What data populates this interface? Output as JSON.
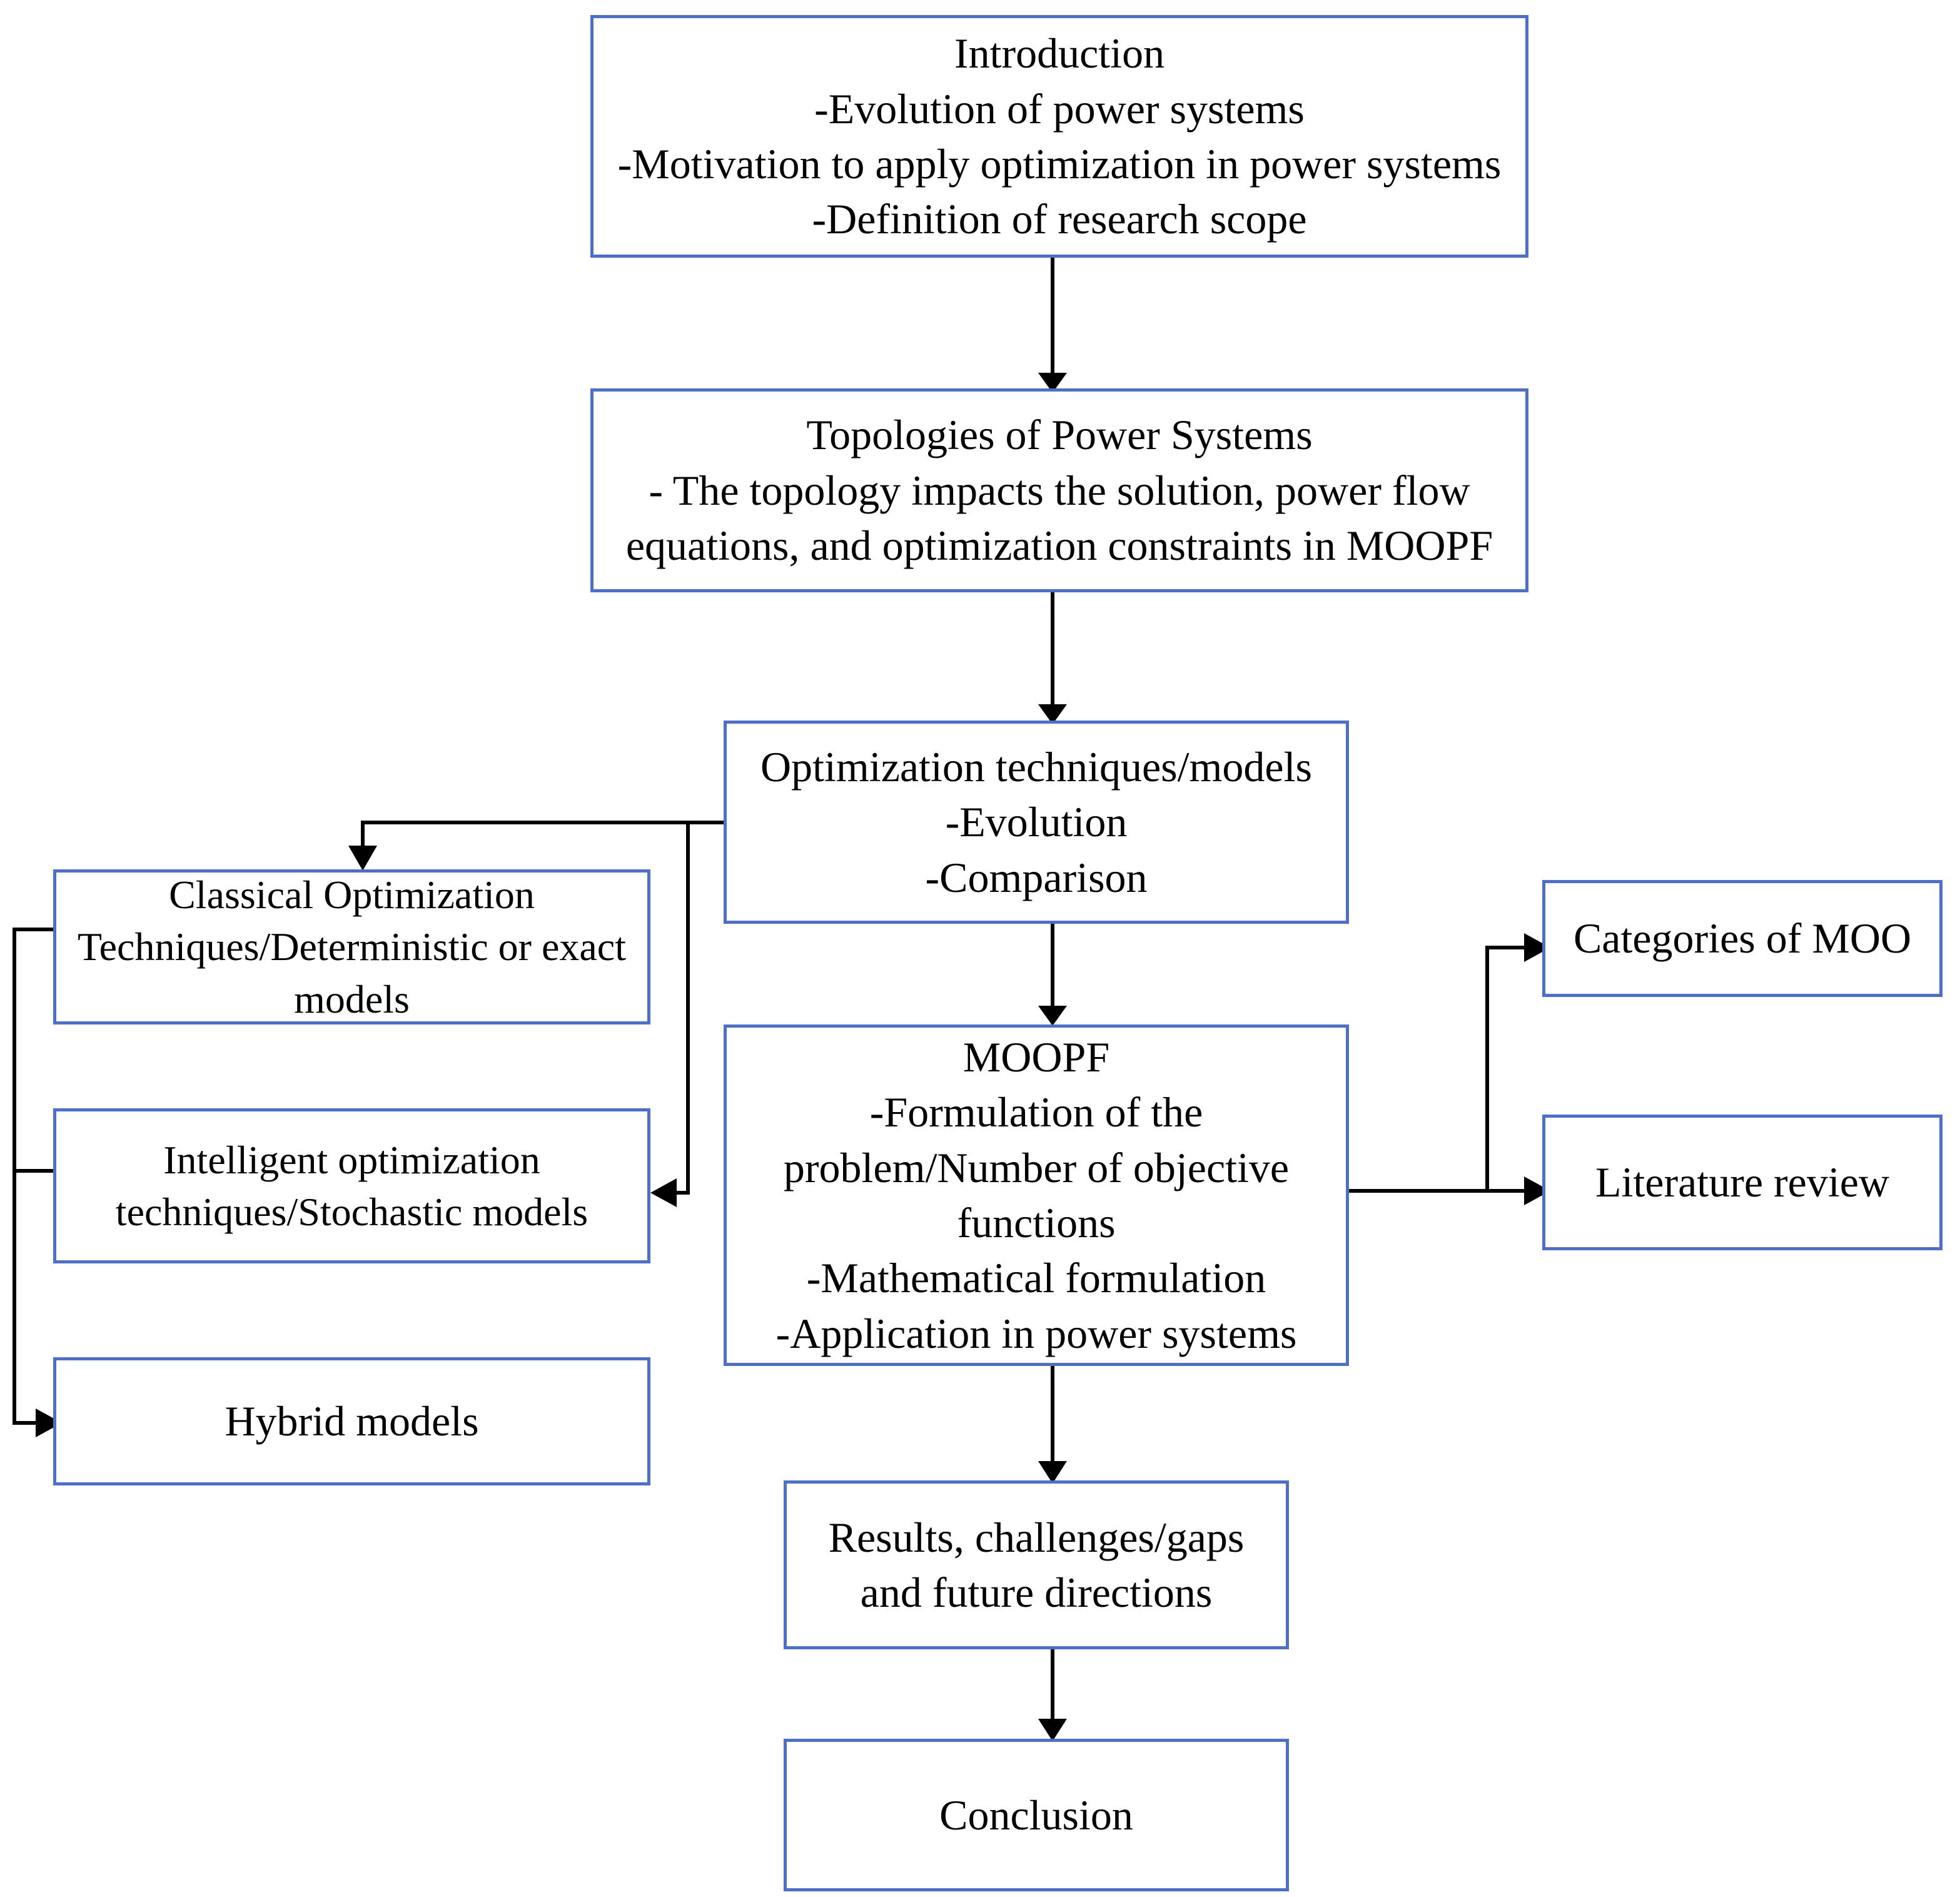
{
  "diagram": {
    "title": "Research paper structure flowchart",
    "colors": {
      "node_border": "#4d6fc5",
      "node_fill": "#ffffff",
      "edge": "#000000",
      "text": "#000000"
    }
  },
  "nodes": {
    "introduction": {
      "lines": [
        "Introduction",
        "-Evolution of power systems",
        "-Motivation to apply optimization in power systems",
        "-Definition of research scope"
      ]
    },
    "topologies": {
      "lines": [
        "Topologies of Power Systems",
        "- The topology impacts the solution, power flow",
        "equations, and optimization constraints in MOOPF"
      ]
    },
    "optimization": {
      "lines": [
        "Optimization techniques/models",
        "-Evolution",
        "-Comparison"
      ]
    },
    "moopf": {
      "lines": [
        "MOOPF",
        "-Formulation of the",
        "problem/Number of objective",
        "functions",
        "-Mathematical formulation",
        "-Application in power systems"
      ]
    },
    "classical": {
      "lines": [
        "Classical Optimization",
        "Techniques/Deterministic or exact",
        "models"
      ]
    },
    "intelligent": {
      "lines": [
        "Intelligent optimization",
        "techniques/Stochastic models"
      ]
    },
    "hybrid": {
      "lines": [
        "Hybrid models"
      ]
    },
    "categories": {
      "lines": [
        "Categories of MOO"
      ]
    },
    "literature": {
      "lines": [
        "Literature review"
      ]
    },
    "results": {
      "lines": [
        "Results, challenges/gaps",
        "and future directions"
      ]
    },
    "conclusion": {
      "lines": [
        "Conclusion"
      ]
    }
  },
  "edges": [
    {
      "name": "introduction-to-topologies",
      "from": "introduction",
      "to": "topologies",
      "arrow": "down"
    },
    {
      "name": "topologies-to-optimization",
      "from": "topologies",
      "to": "optimization",
      "arrow": "down"
    },
    {
      "name": "optimization-to-classical",
      "from": "optimization",
      "to": "classical",
      "arrow": "down"
    },
    {
      "name": "optimization-to-intelligent",
      "from": "optimization",
      "to": "intelligent",
      "arrow": "left"
    },
    {
      "name": "optimization-to-moopf",
      "from": "optimization",
      "to": "moopf",
      "arrow": "down"
    },
    {
      "name": "classical-to-hybrid",
      "from": "classical",
      "to": "hybrid",
      "arrow": "right"
    },
    {
      "name": "intelligent-to-hybrid",
      "from": "intelligent",
      "to": "hybrid",
      "arrow": "right"
    },
    {
      "name": "moopf-to-categories",
      "from": "moopf",
      "to": "categories",
      "arrow": "right"
    },
    {
      "name": "moopf-to-literature",
      "from": "moopf",
      "to": "literature",
      "arrow": "right"
    },
    {
      "name": "moopf-to-results",
      "from": "moopf",
      "to": "results",
      "arrow": "down"
    },
    {
      "name": "results-to-conclusion",
      "from": "results",
      "to": "conclusion",
      "arrow": "down"
    }
  ]
}
